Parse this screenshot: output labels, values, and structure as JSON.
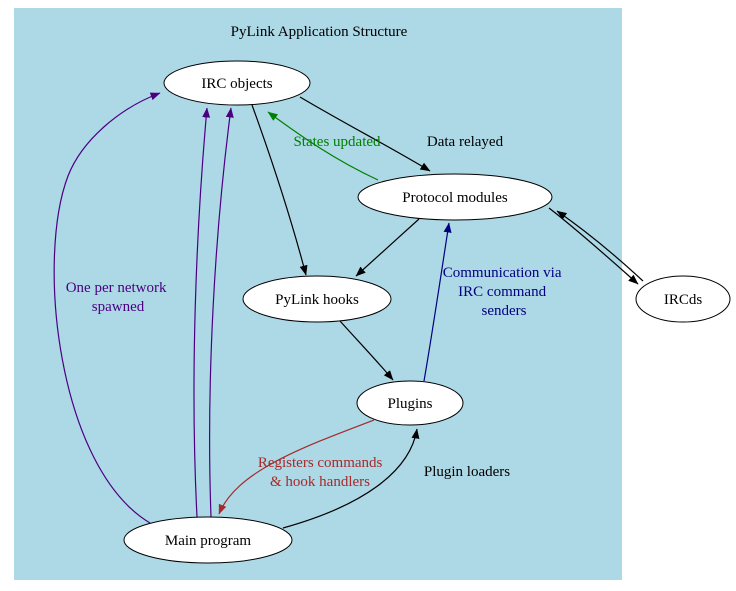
{
  "title": "PyLink Application Structure",
  "colors": {
    "background": "#ADD8E6",
    "node_fill": "#FFFFFF",
    "node_stroke": "#000000",
    "black": "#000000",
    "green": "#008000",
    "purple": "#4B0082",
    "navy": "#000080",
    "brown": "#A52A2A"
  },
  "nodes": {
    "irc_objects": {
      "label": "IRC objects"
    },
    "protocol_modules": {
      "label": "Protocol modules"
    },
    "pylink_hooks": {
      "label": "PyLink hooks"
    },
    "plugins": {
      "label": "Plugins"
    },
    "main_program": {
      "label": "Main program"
    },
    "ircds": {
      "label": "IRCds"
    }
  },
  "edge_labels": {
    "data_relayed": {
      "text": "Data relayed",
      "color": "#000000"
    },
    "states_updated": {
      "text": "States updated",
      "color": "#008000"
    },
    "one_per_network": {
      "lines": [
        "One per network",
        "spawned"
      ],
      "color": "#4B0082"
    },
    "communication": {
      "lines": [
        "Communication via",
        "IRC command",
        "senders"
      ],
      "color": "#000080"
    },
    "registers": {
      "lines": [
        "Registers commands",
        "& hook handlers"
      ],
      "color": "#A52A2A"
    },
    "plugin_loaders": {
      "text": "Plugin loaders",
      "color": "#000000"
    }
  },
  "edges": [
    {
      "from": "IRC objects",
      "to": "Protocol modules",
      "label": "Data relayed",
      "color": "black"
    },
    {
      "from": "Protocol modules",
      "to": "IRC objects",
      "label": "States updated",
      "color": "green"
    },
    {
      "from": "IRC objects",
      "to": "PyLink hooks",
      "label": "",
      "color": "black"
    },
    {
      "from": "Protocol modules",
      "to": "PyLink hooks",
      "label": "",
      "color": "black"
    },
    {
      "from": "PyLink hooks",
      "to": "Plugins",
      "label": "",
      "color": "black"
    },
    {
      "from": "Plugins",
      "to": "Protocol modules",
      "label": "Communication via IRC command senders",
      "color": "navy"
    },
    {
      "from": "Main program",
      "to": "IRC objects",
      "label": "One per network spawned",
      "color": "purple"
    },
    {
      "from": "Main program",
      "to": "Plugins",
      "label": "Plugin loaders",
      "color": "black"
    },
    {
      "from": "Plugins",
      "to": "Main program",
      "label": "Registers commands & hook handlers",
      "color": "brown"
    },
    {
      "from": "Protocol modules",
      "to": "IRCds",
      "label": "",
      "color": "black",
      "bidirectional": true
    }
  ]
}
